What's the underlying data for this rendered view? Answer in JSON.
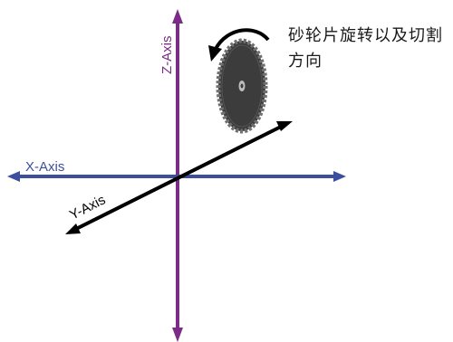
{
  "diagram": {
    "axes": {
      "x_label": "X-Axis",
      "y_label": "Y-Axis",
      "z_label": "Z-Axis"
    },
    "caption": "砂轮片旋转以及切割方向",
    "colors": {
      "x_axis": "#3b4f9e",
      "y_axis": "#000000",
      "z_axis": "#7b2c86",
      "disc_fill": "#3c3c3c",
      "disc_rim": "#6a6a6a",
      "rotation_arrow": "#000000"
    },
    "icons": {
      "disc": "grinding-disc-icon",
      "rotation": "rotation-arrow-icon"
    }
  }
}
